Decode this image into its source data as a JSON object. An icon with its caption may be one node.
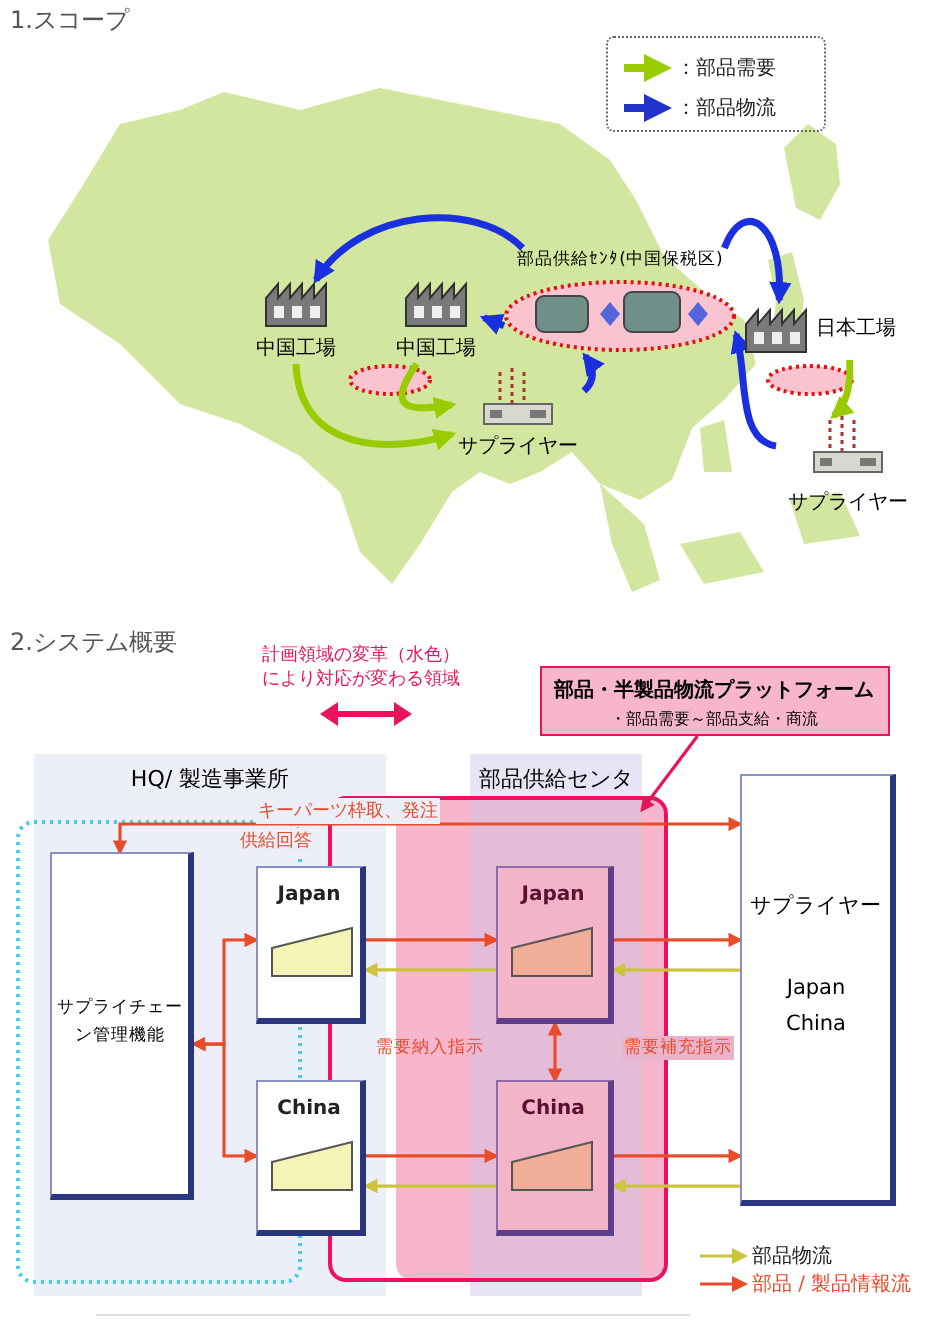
{
  "diagram": {
    "title": "1.スコープ",
    "nodes": [
      {
        "text": [
          "中国工場"
        ]
      },
      {
        "text": [
          "中国工場"
        ]
      },
      {
        "text": [
          "部品供給ｾﾝﾀ(中国保税区)"
        ]
      },
      {
        "text": [
          "日本工場"
        ]
      },
      {
        "text": [
          "サプライヤー"
        ]
      },
      {
        "text": [
          "サプライヤー"
        ]
      },
      {
        "text": [
          "部品・半製品物流プラットフォーム",
          "・部品需要～部品支給・商流"
        ]
      },
      {
        "text": [
          "HQ/ 製造事業所"
        ]
      },
      {
        "text": [
          "部品供給センタ"
        ]
      },
      {
        "text": [
          "サプライチェーン管理機能"
        ],
        "in": 7
      },
      {
        "text": [
          "Japan"
        ],
        "in": 7
      },
      {
        "text": [
          "China"
        ],
        "in": 7
      },
      {
        "text": [
          "Japan"
        ],
        "in": 8
      },
      {
        "text": [
          "China"
        ],
        "in": 8
      },
      {
        "text": [
          "サプライヤー",
          "Japan",
          "China"
        ]
      }
    ],
    "edges": [
      {
        "from": 2,
        "to": 0,
        "arrow": "to",
        "style": "thick",
        "color": "#1a2fe0"
      },
      {
        "from": 2,
        "to": 1,
        "arrow": "to",
        "style": "thick",
        "color": "#1a2fe0"
      },
      {
        "from": 4,
        "to": 2,
        "arrow": "to",
        "style": "thick",
        "color": "#1a2fe0"
      },
      {
        "from": 5,
        "to": 2,
        "arrow": "to",
        "style": "thick",
        "color": "#1a2fe0"
      },
      {
        "from": 2,
        "to": 3,
        "arrow": "to",
        "style": "thick",
        "color": "#1a2fe0"
      },
      {
        "from": 1,
        "to": 4,
        "arrow": "to",
        "style": "thick",
        "color": "#99cc00"
      },
      {
        "from": 0,
        "to": 4,
        "arrow": "to",
        "style": "thick",
        "color": "#99cc00"
      },
      {
        "from": 3,
        "to": 5,
        "arrow": "to",
        "style": "thick",
        "color": "#99cc00"
      },
      {
        "from": 6,
        "to": 8,
        "arrow": "to",
        "color": "#e8145a"
      },
      {
        "from": 14,
        "to": 9,
        "arrow": "both",
        "label": "キーパーツ枠取、発注"
      },
      {
        "from": 9,
        "to": 10,
        "arrow": "both"
      },
      {
        "from": 9,
        "to": 11,
        "arrow": "both"
      },
      {
        "from": 10,
        "to": 12,
        "arrow": "to"
      },
      {
        "from": 12,
        "to": 10,
        "arrow": "to",
        "color": "#cbc43c"
      },
      {
        "from": 11,
        "to": 13,
        "arrow": "to"
      },
      {
        "from": 13,
        "to": 11,
        "arrow": "to",
        "color": "#cbc43c"
      },
      {
        "from": 12,
        "to": 13,
        "arrow": "both"
      },
      {
        "from": 12,
        "to": 14,
        "arrow": "to"
      },
      {
        "from": 14,
        "to": 12,
        "arrow": "to",
        "color": "#cbc43c"
      },
      {
        "from": 13,
        "to": 14,
        "arrow": "to"
      },
      {
        "from": 14,
        "to": 13,
        "arrow": "to",
        "color": "#cbc43c"
      }
    ],
    "labels": [
      "2.システム概要",
      "計画領域の変革（水色）により対応が変わる領域",
      "供給回答",
      "需要納入指示",
      "需要補充指示"
    ],
    "legend": [
      {
        "text": "：部品需要"
      },
      {
        "text": "：部品物流"
      },
      {
        "text": "部品物流"
      },
      {
        "text": "部品 / 製品情報流"
      }
    ]
  }
}
